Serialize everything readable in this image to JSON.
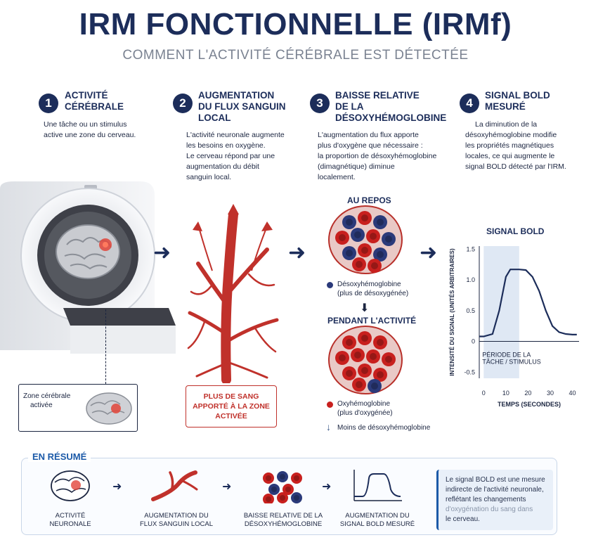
{
  "header": {
    "title": "IRM FONCTIONNELLE (IRMf)",
    "subtitle": "COMMENT L'ACTIVITÉ CÉRÉBRALE EST DÉTECTÉE"
  },
  "steps": [
    {
      "num": "1",
      "title_l1": "ACTIVITÉ",
      "title_l2": "CÉRÉBRALE",
      "title_l3": "",
      "body": [
        "Une tâche ou un stimulus",
        "active une zone du cerveau."
      ]
    },
    {
      "num": "2",
      "title_l1": "AUGMENTATION",
      "title_l2": "DU FLUX SANGUIN",
      "title_l3": "LOCAL",
      "body": [
        "L'activité neuronale augmente",
        "les besoins en oxygène.",
        "Le cerveau répond par une",
        "augmentation du débit",
        "sanguin local."
      ]
    },
    {
      "num": "3",
      "title_l1": "BAISSE RELATIVE",
      "title_l2": "DE LA",
      "title_l3": "DÉSOXYHÉMOGLOBINE",
      "body": [
        "L'augmentation du flux apporte",
        "plus d'oxygène que nécessaire :",
        "la proportion de désoxyhémoglobine",
        "(dimagnétique) diminue",
        "localement."
      ]
    },
    {
      "num": "4",
      "title_l1": "SIGNAL BOLD",
      "title_l2": "MESURÉ",
      "title_l3": "",
      "body": [
        "La diminution de la",
        "désoxyhémoglobine modifie",
        "les propriétés magnétiques",
        "locales, ce qui augmente le",
        "signal BOLD détecté par l'IRM."
      ]
    }
  ],
  "mri": {
    "zone_label": [
      "Zone cérébrale",
      "activée"
    ]
  },
  "blood": {
    "box_text": [
      "PLUS DE SANG",
      "APPORTÉ À LA ZONE",
      "ACTIVÉE"
    ]
  },
  "cells": {
    "rest_label": "AU REPOS",
    "active_label": "PENDANT L'ACTIVITÉ",
    "deoxy_legend": [
      "Désoxyhémoglobine",
      "(plus de désoxygénée)"
    ],
    "oxy_legend": [
      "Oxyhémoglobine",
      "(plus d'oxygénée)"
    ],
    "less_deoxy": "Moins de désoxyhémoglobine",
    "colors": {
      "oxy": "#c8201e",
      "deoxy": "#2b3a7a"
    }
  },
  "chart_data": {
    "type": "line",
    "title": "SIGNAL BOLD",
    "xlabel": "TEMPS (SECONDES)",
    "ylabel": "INTENSITÉ DU SIGNAL (UNITÉS ARBITRAIRES)",
    "xlim": [
      -2,
      43
    ],
    "ylim": [
      -0.6,
      1.55
    ],
    "xticks": [
      "0",
      "10",
      "20",
      "30",
      "40"
    ],
    "yticks": [
      "1.5",
      "1.0",
      "0.5",
      "0",
      "-0.5"
    ],
    "stimulus_window": [
      0,
      16
    ],
    "stimulus_label": [
      "PÉRIODE DE LA",
      "TÂCHE / STIMULUS"
    ],
    "series": [
      {
        "x": [
          -2,
          0,
          4,
          7,
          10,
          12,
          16,
          19,
          22,
          25,
          28,
          31,
          34,
          37,
          40,
          42
        ],
        "y": [
          0.08,
          0.08,
          0.12,
          0.5,
          1.05,
          1.17,
          1.17,
          1.16,
          1.05,
          0.82,
          0.5,
          0.25,
          0.15,
          0.12,
          0.11,
          0.11
        ]
      }
    ],
    "colors": {
      "line": "#1c2d5a",
      "band": "#dfe8f4"
    }
  },
  "summary": {
    "label": "EN RÉSUMÉ",
    "items": [
      [
        "ACTIVITÉ",
        "NEURONALE"
      ],
      [
        "AUGMENTATION DU",
        "FLUX SANGUIN LOCAL"
      ],
      [
        "BAISSE RELATIVE DE LA",
        "DÉSOXYHÉMOGLOBINE"
      ],
      [
        "AUGMENTATION DU",
        "SIGNAL BOLD MESURÉ"
      ]
    ],
    "note": [
      "Le signal BOLD est une mesure",
      "indirecte de l'activité neuronale,",
      "reflétant les changements",
      "d'oxygénation du sang dans",
      "le cerveau."
    ]
  }
}
